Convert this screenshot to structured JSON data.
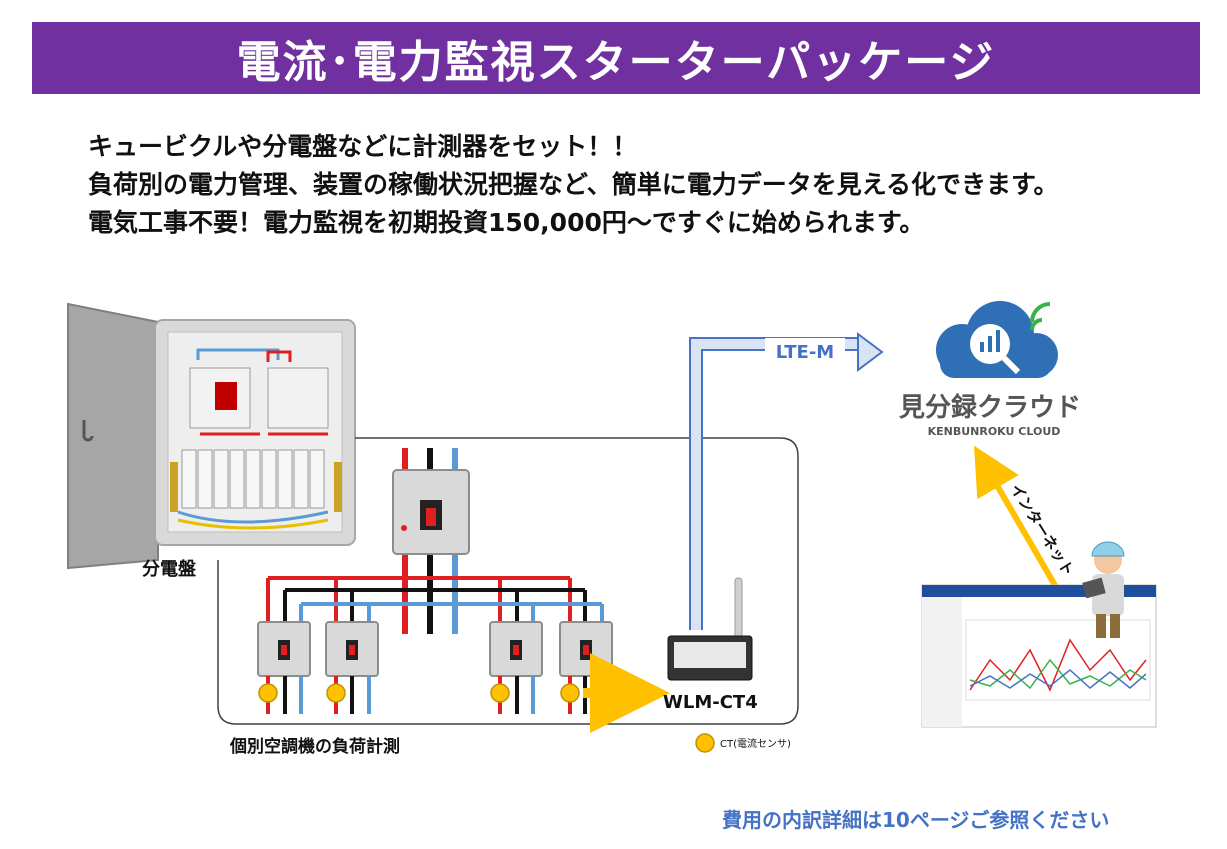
{
  "banner": {
    "title": "電流･電力監視スターターパッケージ"
  },
  "intro": [
    "キュービクルや分電盤などに計測器をセット！！",
    "負荷別の電力管理、装置の稼働状況把握など、簡単に電力データを見える化できます。",
    "電気工事不要！電力監視を初期投資150,000円～ですぐに始められます。"
  ],
  "diagram": {
    "panel_label": "分電盤",
    "lte_label": "LTE-M",
    "cloud_name": "見分録クラウド",
    "cloud_name_en": "KENBUNROKU CLOUD",
    "internet_label": "インターネット",
    "device_label": "WLM-CT4",
    "load_label": "個別空調機の負荷計測",
    "ct_legend": "CT(電流センサ)"
  },
  "colors": {
    "banner": "#7030a0",
    "accent": "#4472c4",
    "ct": "#ffc000",
    "wire_red": "#e02020",
    "wire_black": "#111111",
    "wire_blue": "#5b9bd5"
  },
  "footer": {
    "note": "費用の内訳詳細は10ページご参照ください"
  }
}
